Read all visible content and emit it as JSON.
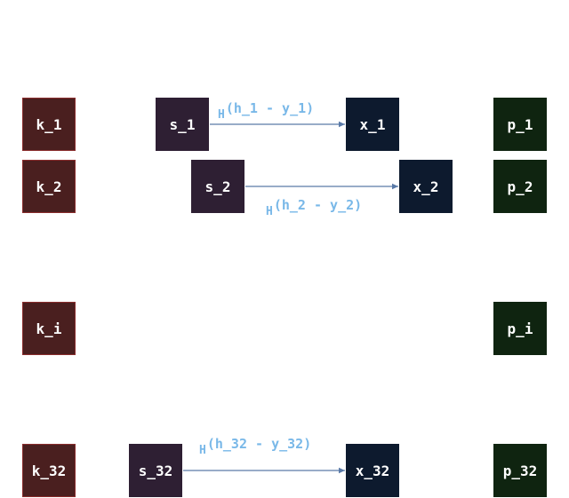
{
  "left_nodes": [
    "k_1",
    "k_2",
    "k_i",
    "k_32"
  ],
  "right_nodes": [
    "p_1",
    "p_2",
    "p_i",
    "p_32"
  ],
  "source_nodes": [
    "s_1",
    "s_2",
    "s_32"
  ],
  "target_nodes": [
    "x_1",
    "x_2",
    "x_32"
  ],
  "edges": [
    {
      "fn": "H",
      "arg": "(h_1 - y_1)"
    },
    {
      "fn": "H",
      "arg": "(h_2 - y_2)"
    },
    {
      "fn": "H",
      "arg": "(h_32 - y_32)"
    }
  ],
  "colors": {
    "k_fill": "#4a1f1f",
    "s_fill": "#2e1f33",
    "x_fill": "#0d1a2e",
    "p_fill": "#0f2410",
    "edge": "#5a7aa8",
    "label": "#79b8e8"
  }
}
